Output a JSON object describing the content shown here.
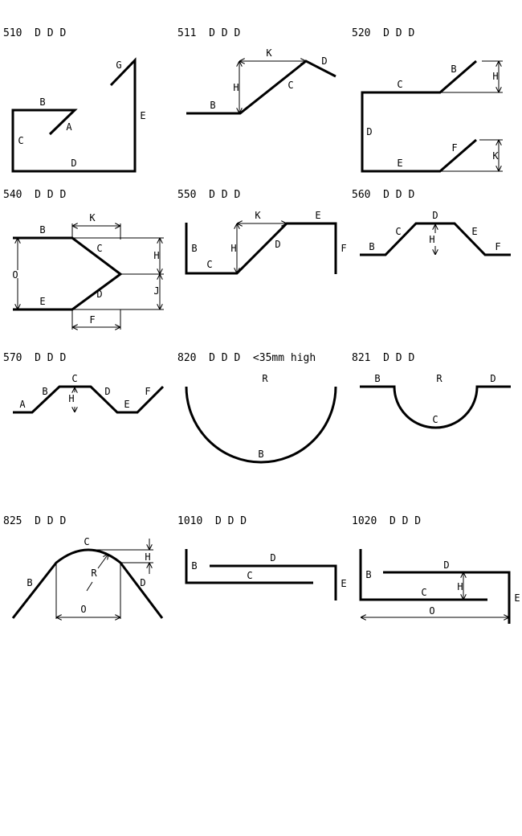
{
  "profiles": [
    {
      "title": "510  D D D",
      "labels": [
        "B",
        "A",
        "C",
        "D",
        "E",
        "G"
      ]
    },
    {
      "title": "511  D D D",
      "labels": [
        "K",
        "D",
        "H",
        "C",
        "B"
      ]
    },
    {
      "title": "520  D D D",
      "labels": [
        "B",
        "C",
        "H",
        "D",
        "F",
        "E",
        "K"
      ]
    },
    {
      "title": "540  D D D",
      "labels": [
        "B",
        "K",
        "C",
        "H",
        "J",
        "D",
        "E",
        "F",
        "O"
      ]
    },
    {
      "title": "550  D D D",
      "labels": [
        "B",
        "C",
        "H",
        "K",
        "D",
        "E",
        "F"
      ]
    },
    {
      "title": "560  D D D",
      "labels": [
        "B",
        "C",
        "D",
        "H",
        "E",
        "F"
      ]
    },
    {
      "title": "570  D D D",
      "labels": [
        "A",
        "B",
        "C",
        "H",
        "D",
        "E",
        "F"
      ]
    },
    {
      "title": "820  D D D  <35mm high",
      "labels": [
        "R",
        "B"
      ]
    },
    {
      "title": "821  D D D",
      "labels": [
        "B",
        "R",
        "D",
        "C"
      ]
    },
    {
      "title": "825  D D D",
      "labels": [
        "C",
        "H",
        "R",
        "B",
        "D",
        "O"
      ]
    },
    {
      "title": "1010  D D D",
      "labels": [
        "B",
        "D",
        "C",
        "E"
      ]
    },
    {
      "title": "1020  D D D",
      "labels": [
        "B",
        "D",
        "H",
        "C",
        "E",
        "O"
      ]
    }
  ]
}
